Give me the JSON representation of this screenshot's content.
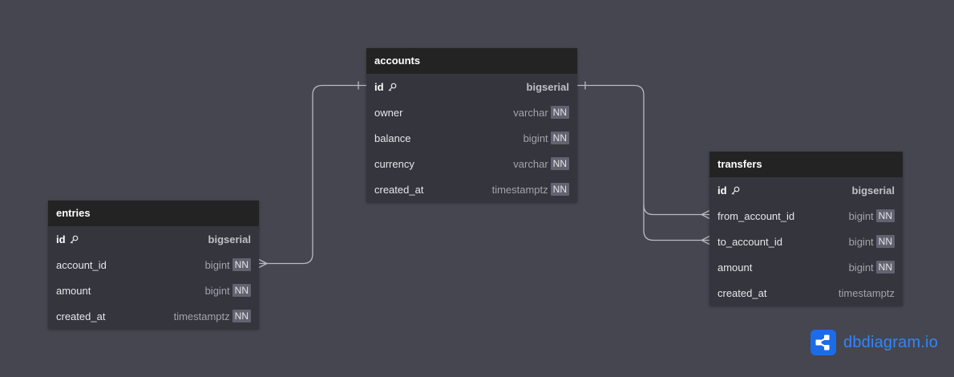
{
  "diagram": {
    "tables": [
      {
        "id": "accounts",
        "name": "accounts",
        "fields": [
          {
            "name": "id",
            "type": "bigserial",
            "pk": true,
            "not_null": false
          },
          {
            "name": "owner",
            "type": "varchar",
            "pk": false,
            "not_null": true
          },
          {
            "name": "balance",
            "type": "bigint",
            "pk": false,
            "not_null": true
          },
          {
            "name": "currency",
            "type": "varchar",
            "pk": false,
            "not_null": true
          },
          {
            "name": "created_at",
            "type": "timestamptz",
            "pk": false,
            "not_null": true
          }
        ]
      },
      {
        "id": "entries",
        "name": "entries",
        "fields": [
          {
            "name": "id",
            "type": "bigserial",
            "pk": true,
            "not_null": false
          },
          {
            "name": "account_id",
            "type": "bigint",
            "pk": false,
            "not_null": true
          },
          {
            "name": "amount",
            "type": "bigint",
            "pk": false,
            "not_null": true
          },
          {
            "name": "created_at",
            "type": "timestamptz",
            "pk": false,
            "not_null": true
          }
        ]
      },
      {
        "id": "transfers",
        "name": "transfers",
        "fields": [
          {
            "name": "id",
            "type": "bigserial",
            "pk": true,
            "not_null": false
          },
          {
            "name": "from_account_id",
            "type": "bigint",
            "pk": false,
            "not_null": true
          },
          {
            "name": "to_account_id",
            "type": "bigint",
            "pk": false,
            "not_null": true
          },
          {
            "name": "amount",
            "type": "bigint",
            "pk": false,
            "not_null": true
          },
          {
            "name": "created_at",
            "type": "timestamptz",
            "pk": false,
            "not_null": false
          }
        ]
      }
    ],
    "relationships": [
      {
        "from": "entries.account_id",
        "to": "accounts.id",
        "from_cardinality": "many",
        "to_cardinality": "one"
      },
      {
        "from": "transfers.from_account_id",
        "to": "accounts.id",
        "from_cardinality": "many",
        "to_cardinality": "one"
      },
      {
        "from": "transfers.to_account_id",
        "to": "accounts.id",
        "from_cardinality": "many",
        "to_cardinality": "one"
      }
    ],
    "nn_label": "NN",
    "key_icon": "key-icon"
  },
  "brand": {
    "name": "dbdiagram.io",
    "logo_icon": "share-nodes-icon"
  },
  "colors": {
    "canvas": "#45464f",
    "table_header": "#232323",
    "table_body": "#34353d",
    "connector": "#b9bac1",
    "brand": "#2f86ff"
  }
}
